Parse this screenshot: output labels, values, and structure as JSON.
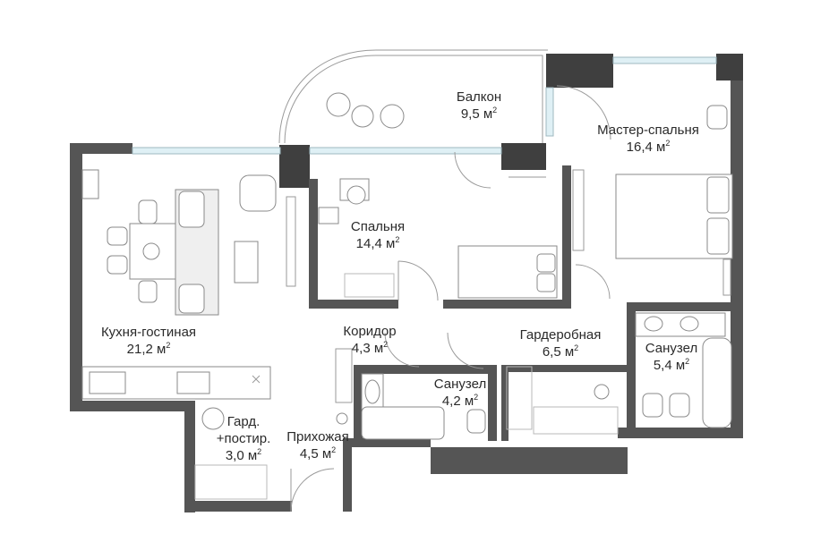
{
  "rooms": {
    "kitchen_living": {
      "name": "Кухня-гостиная",
      "area_value": "21,2 м",
      "unit_sup": "2"
    },
    "bedroom": {
      "name": "Спальня",
      "area_value": "14,4 м",
      "unit_sup": "2"
    },
    "balcony": {
      "name": "Балкон",
      "area_value": "9,5 м",
      "unit_sup": "2"
    },
    "master_bedroom": {
      "name": "Мастер-спальня",
      "area_value": "16,4 м",
      "unit_sup": "2"
    },
    "corridor": {
      "name": "Коридор",
      "area_value": "4,3 м",
      "unit_sup": "2"
    },
    "wardrobe": {
      "name": "Гардеробная",
      "area_value": "6,5 м",
      "unit_sup": "2"
    },
    "bathroom_1": {
      "name": "Санузел",
      "area_value": "4,2 м",
      "unit_sup": "2"
    },
    "bathroom_2": {
      "name": "Санузел",
      "area_value": "5,4 м",
      "unit_sup": "2"
    },
    "storage": {
      "name_line1": "Гард.",
      "name_line2": "+постир.",
      "area_value": "3,0 м",
      "unit_sup": "2"
    },
    "hallway": {
      "name": "Прихожая",
      "area_value": "4,5 м",
      "unit_sup": "2"
    }
  },
  "colors": {
    "wall": "#555555",
    "window": "#dff0f5",
    "line": "#9a9a9a"
  }
}
